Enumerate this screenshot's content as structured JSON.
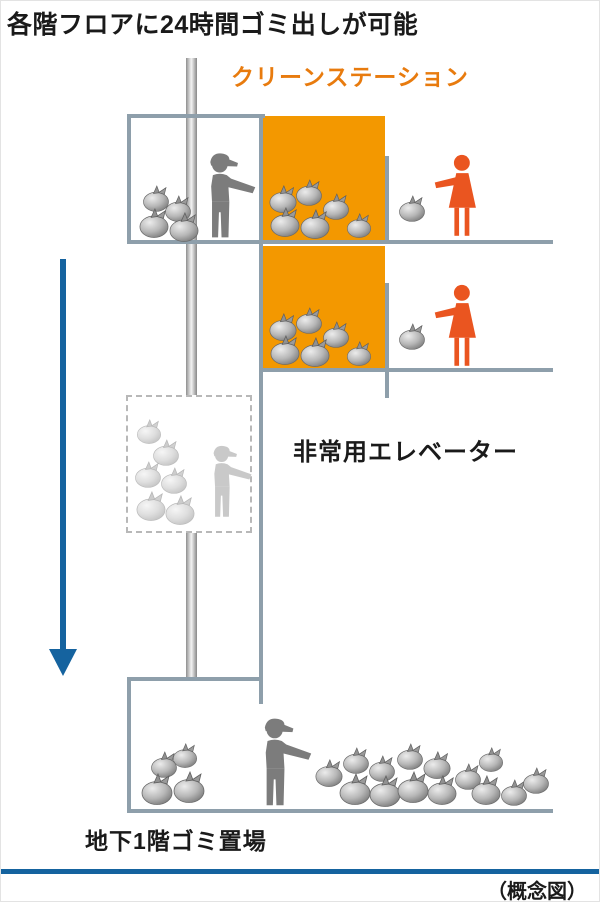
{
  "title": "各階フロアに24時間ゴミ出しが可能",
  "diagram": {
    "clean_station_label": "クリーンステーション",
    "elevator_label": "非常用エレベーター",
    "basement_label": "地下1階ゴミ置場",
    "caption": "（概念図）"
  },
  "colors": {
    "station_orange": "#f39800",
    "station_label_orange": "#e87b0e",
    "figure_orange": "#ea5520",
    "figure_gray": "#7c7c7c",
    "figure_ghost": "#c9c9c9",
    "structure_gray": "#8e9fab",
    "arrow_blue": "#15639f",
    "text_black": "#1a1a1a"
  }
}
